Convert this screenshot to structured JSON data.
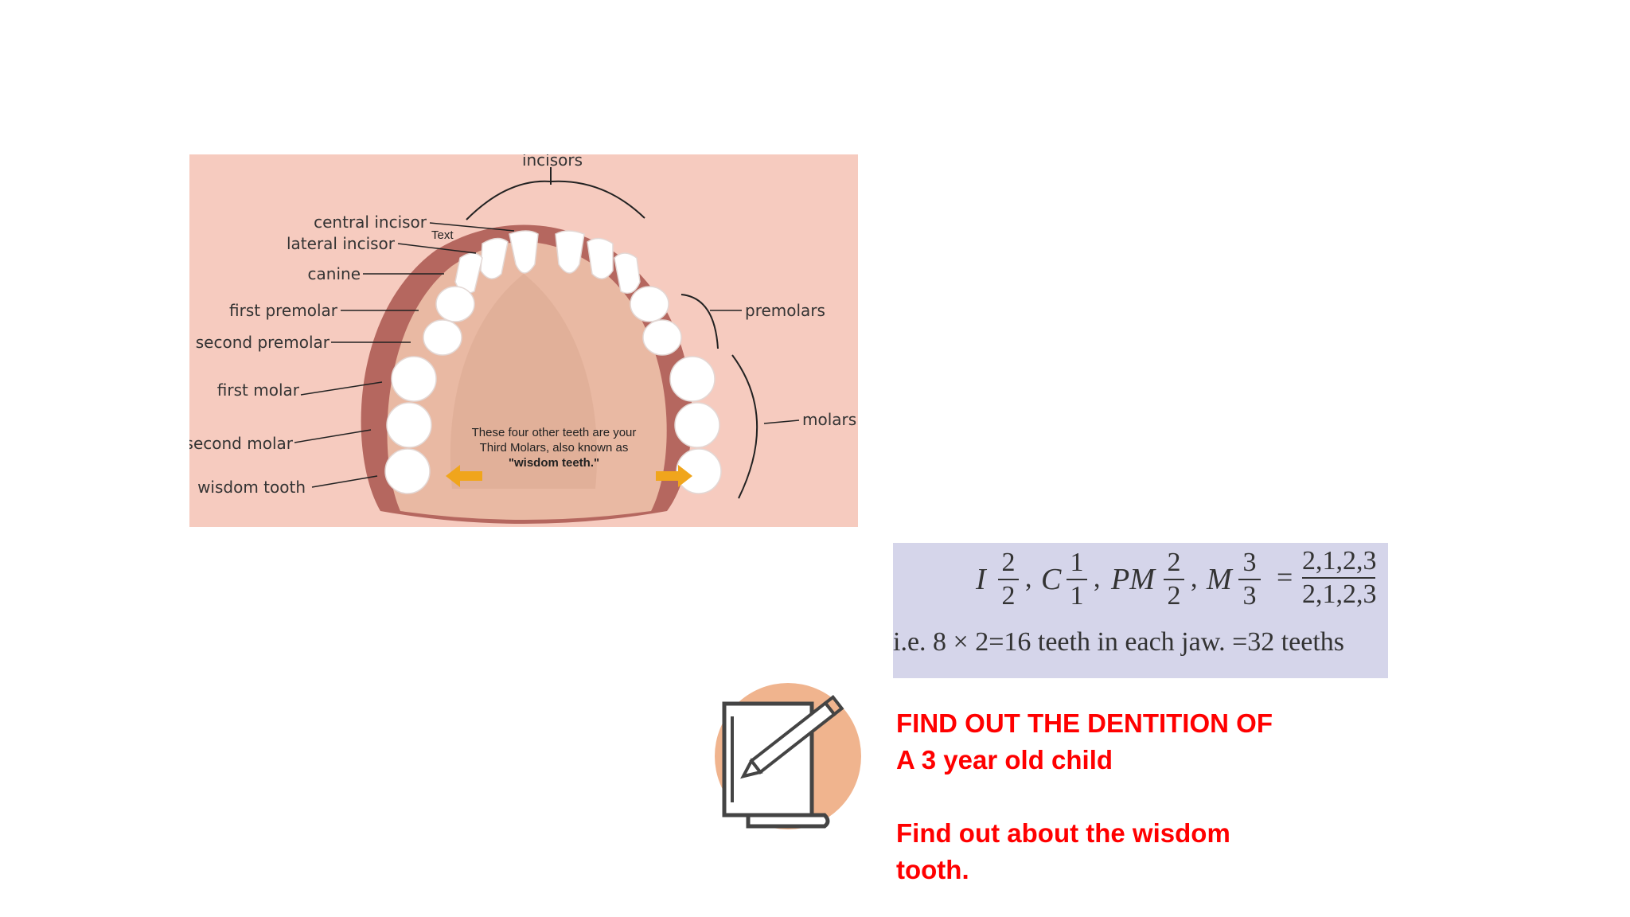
{
  "diagram": {
    "top_label": "incisors",
    "left_labels": {
      "central_incisor": "central incisor",
      "lateral_incisor": "lateral incisor",
      "canine": "canine",
      "first_premolar": "first premolar",
      "second_premolar": "second premolar",
      "first_molar": "first molar",
      "second_molar": "second molar",
      "wisdom_tooth": "wisdom tooth"
    },
    "text_placeholder": "Text",
    "right_labels": {
      "premolars": "premolars",
      "molars": "molars"
    },
    "caption": {
      "line1": "These four other teeth are your",
      "line2": "Third Molars, also known as",
      "line3": "\"wisdom teeth.\""
    },
    "colors": {
      "background": "#f6cbbf",
      "gum": "#b5675f",
      "palate": "#ecc0a8",
      "arrow": "#f0a51c",
      "tooth": "#ffffff"
    }
  },
  "formula": {
    "I": {
      "symbol": "I",
      "num": "2",
      "den": "2"
    },
    "C": {
      "symbol": "C",
      "num": "1",
      "den": "1"
    },
    "PM": {
      "symbol": "PM",
      "num": "2",
      "den": "2"
    },
    "M": {
      "symbol": "M",
      "num": "3",
      "den": "3"
    },
    "equals": "=",
    "result": {
      "num": "2,1,2,3",
      "den": "2,1,2,3"
    },
    "note": "i.e. 8 × 2=16 teeth in each jaw. =32 teeths",
    "box_color": "#d5d5ea"
  },
  "tasks": {
    "line1": "FIND OUT THE DENTITION OF",
    "line2": "A 3 year old child",
    "line3": "Find out about  the wisdom",
    "line4": "tooth.",
    "color": "#ff0000"
  },
  "icon": {
    "name": "note-pencil-icon",
    "circle_color": "#f0b48e"
  }
}
